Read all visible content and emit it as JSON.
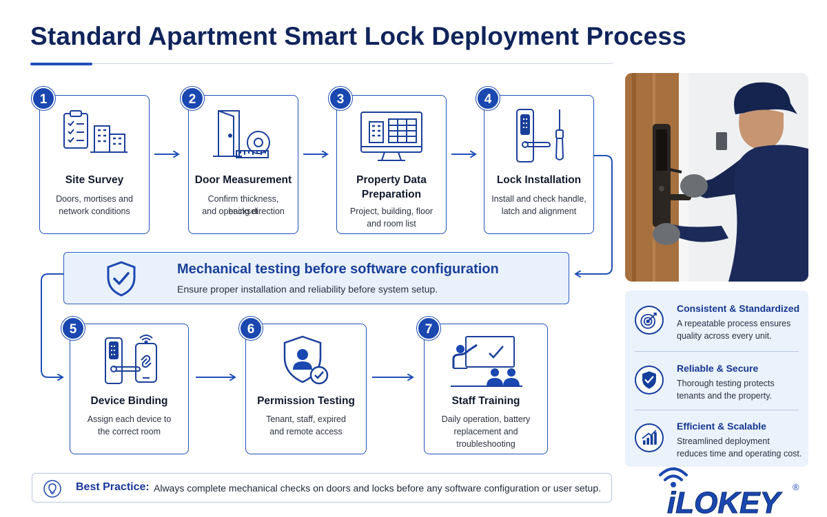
{
  "title": "Standard Apartment Smart Lock Deployment Process",
  "colors": {
    "primary": "#1a47b0",
    "navy": "#10245b",
    "banner_bg": "#e9f1fc",
    "benefits_bg": "#eaf2fc"
  },
  "steps": [
    {
      "number": "1",
      "title": "Site Survey",
      "desc_1": "Doors, mortises and",
      "desc_2": "network conditions",
      "icon": "clipboard-building-icon"
    },
    {
      "number": "2",
      "title": "Door Measurement",
      "desc_1": "Confirm thickness, backset",
      "desc_2": "and opening direction",
      "icon": "door-tape-measure-icon"
    },
    {
      "number": "3",
      "title_1": "Property Data",
      "title_2": "Preparation",
      "desc_1": "Project, building, floor",
      "desc_2": "and room list",
      "icon": "monitor-data-icon"
    },
    {
      "number": "4",
      "title": "Lock Installation",
      "desc_1": "Install and check handle,",
      "desc_2": "latch and alignment",
      "icon": "lock-screwdriver-icon"
    },
    {
      "number": "5",
      "title": "Device Binding",
      "desc_1": "Assign each device to",
      "desc_2": "the correct room",
      "icon": "lock-phone-link-icon"
    },
    {
      "number": "6",
      "title": "Permission Testing",
      "desc_1": "Tenant, staff, expired",
      "desc_2": "and remote access",
      "icon": "user-shield-icon"
    },
    {
      "number": "7",
      "title": "Staff Training",
      "desc_1": "Daily operation, battery",
      "desc_2": "replacement and",
      "desc_3": "troubleshooting",
      "icon": "presentation-icon"
    }
  ],
  "banner": {
    "title": "Mechanical testing before software configuration",
    "subtitle": "Ensure proper installation and reliability before system setup.",
    "icon": "shield-check-icon"
  },
  "benefits": [
    {
      "title": "Consistent & Standardized",
      "desc_1": "A repeatable process ensures",
      "desc_2": "quality across every unit.",
      "icon": "target-icon"
    },
    {
      "title": "Reliable & Secure",
      "desc_1": "Thorough testing protects",
      "desc_2": "tenants and the property.",
      "icon": "shield-check-icon"
    },
    {
      "title": "Efficient & Scalable",
      "desc_1": "Streamlined deployment",
      "desc_2": "reduces time and operating cost.",
      "icon": "growth-chart-icon"
    }
  ],
  "best_practice": {
    "label": "Best Practice:",
    "text": "Always complete mechanical checks on doors and locks before any software configuration or user setup.",
    "icon": "lightbulb-icon"
  },
  "logo": {
    "text": "iLOKEY",
    "registered": "®"
  }
}
